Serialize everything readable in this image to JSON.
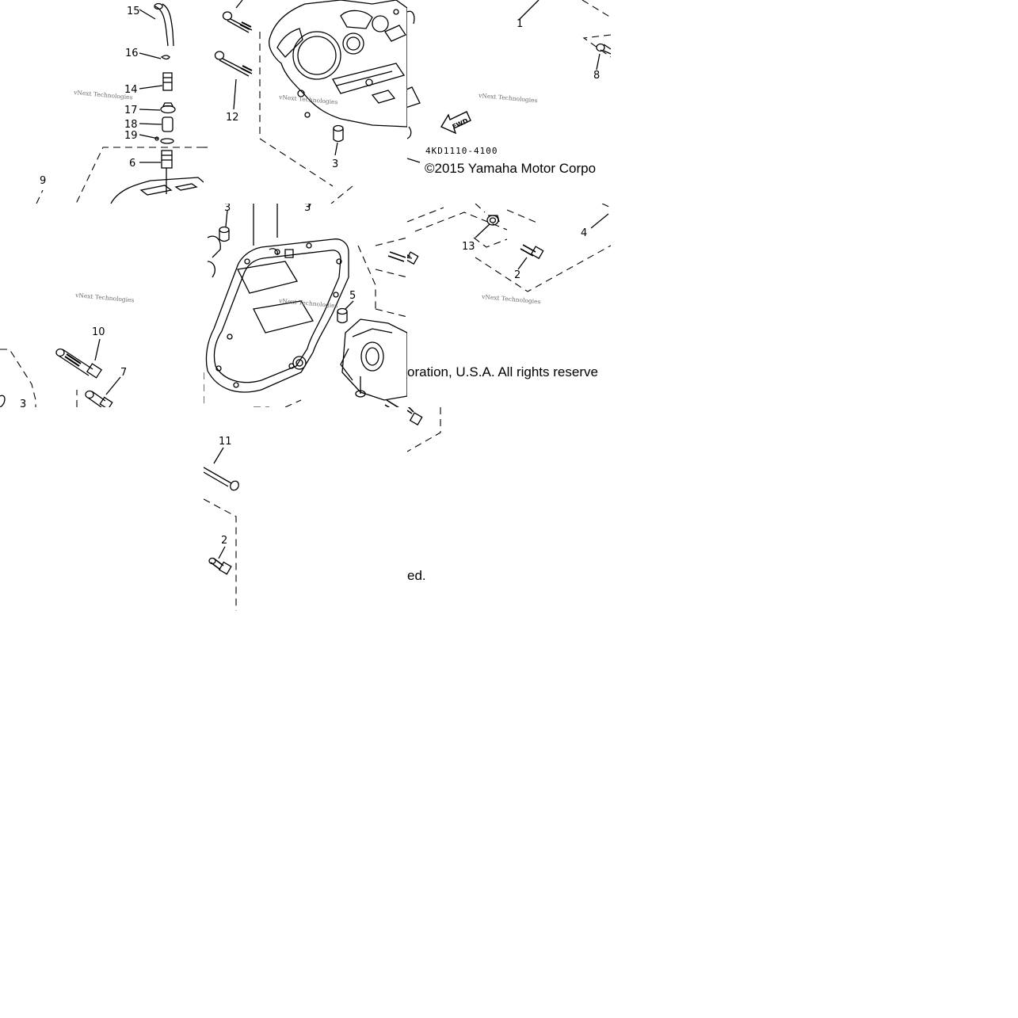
{
  "diagram": {
    "part_code": "4KD1110-4100",
    "copyright_tiles": [
      "©2015 Yamaha Motor Corpo",
      "oration, U.S.A. All rights reserve",
      "ed."
    ],
    "fwd_label": "FWD",
    "watermark_text": "vNext Technologies",
    "callouts": [
      {
        "id": "c1",
        "label": "1"
      },
      {
        "id": "c2a",
        "label": "2"
      },
      {
        "id": "c2b",
        "label": "2"
      },
      {
        "id": "c3a",
        "label": "3"
      },
      {
        "id": "c3b",
        "label": "3"
      },
      {
        "id": "c3c",
        "label": "3"
      },
      {
        "id": "c4",
        "label": "4"
      },
      {
        "id": "c5",
        "label": "5"
      },
      {
        "id": "c6",
        "label": "6"
      },
      {
        "id": "c7",
        "label": "7"
      },
      {
        "id": "c8",
        "label": "8"
      },
      {
        "id": "c9",
        "label": "9"
      },
      {
        "id": "c10",
        "label": "10"
      },
      {
        "id": "c11",
        "label": "11"
      },
      {
        "id": "c12",
        "label": "12"
      },
      {
        "id": "c13",
        "label": "13"
      },
      {
        "id": "c14",
        "label": "14"
      },
      {
        "id": "c15",
        "label": "15"
      },
      {
        "id": "c16",
        "label": "16"
      },
      {
        "id": "c17",
        "label": "17"
      },
      {
        "id": "c18",
        "label": "18"
      },
      {
        "id": "c19",
        "label": "19"
      }
    ]
  }
}
